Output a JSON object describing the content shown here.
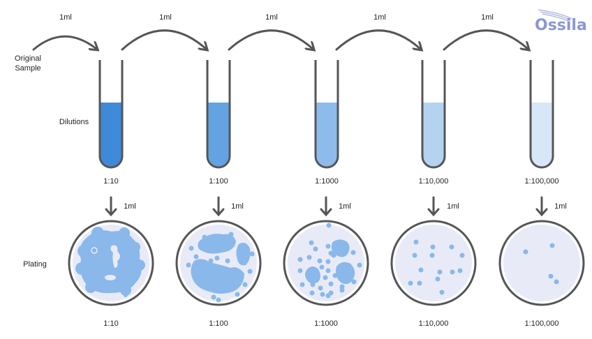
{
  "logo": {
    "text": "Ossila",
    "color": "#8b97cf"
  },
  "row_labels": {
    "original": "Original\nSample",
    "original_line1": "Original",
    "original_line2": "Sample",
    "dilutions": "Dilutions",
    "plating": "Plating"
  },
  "transfer_labels": [
    "1ml",
    "1ml",
    "1ml",
    "1ml",
    "1ml"
  ],
  "plating_transfer_labels": [
    "1ml",
    "1ml",
    "1ml",
    "1ml",
    "1ml"
  ],
  "tubes": [
    {
      "label": "1:10",
      "color": "#3f8ad8"
    },
    {
      "label": "1:100",
      "color": "#63a3e2"
    },
    {
      "label": "1:1000",
      "color": "#8dbbeb"
    },
    {
      "label": "1:10,000",
      "color": "#b4d3f1"
    },
    {
      "label": "1:100,000",
      "color": "#d8e7f7"
    }
  ],
  "plates": [
    {
      "label": "1:10",
      "colonies": "confluent"
    },
    {
      "label": "1:100",
      "colonies": "dense"
    },
    {
      "label": "1:1000",
      "colonies": "many"
    },
    {
      "label": "1:10,000",
      "colonies": 14
    },
    {
      "label": "1:100,000",
      "colonies": 4
    }
  ],
  "colors": {
    "outline": "#555558",
    "plate_fill": "#e8ebf7",
    "colony": "#8ab8ea"
  }
}
